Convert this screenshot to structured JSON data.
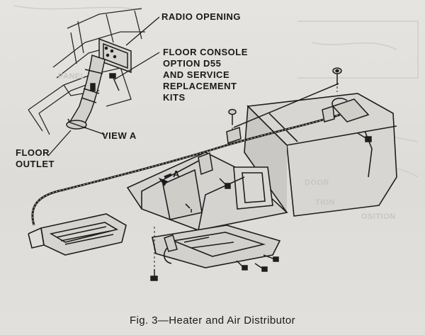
{
  "labels": {
    "radio_opening": "RADIO OPENING",
    "floor_console": [
      "FLOOR CONSOLE",
      "OPTION D55",
      "AND SERVICE",
      "REPLACEMENT",
      "KITS"
    ],
    "view_a": "VIEW A",
    "floor_outlet": [
      "FLOOR",
      "OUTLET"
    ],
    "arrow_a": "A"
  },
  "caption": "Fig. 3—Heater and Air Distributor",
  "ghost_text": [
    "DOOR",
    "TION",
    "OSITION",
    "PANEL"
  ]
}
